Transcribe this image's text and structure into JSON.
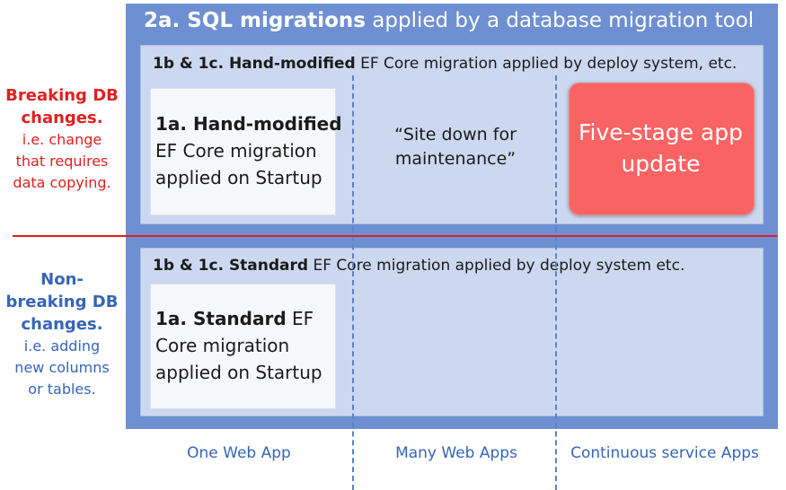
{
  "outer": {
    "title_bold": "2a. SQL migrations",
    "title_rest": " applied by a database migration tool"
  },
  "top_panel": {
    "head_bold": "1b & 1c. Hand-modified",
    "head_rest": " EF Core migration applied by deploy system, etc.",
    "box_bold": "1a. Hand-modified",
    "box_line2": "EF Core migration",
    "box_line3": "applied on Startup",
    "site_down_line1": "“Site down for",
    "site_down_line2": "maintenance”",
    "five_stage_line1": "Five-stage app",
    "five_stage_line2": "update"
  },
  "bottom_panel": {
    "head_bold": "1b & 1c. Standard",
    "head_rest": " EF Core migration applied by deploy system etc.",
    "box_bold": "1a. Standard",
    "box_line1_rest": " EF",
    "box_line2": "Core migration",
    "box_line3": "applied on Startup"
  },
  "side_labels": {
    "breaking": {
      "title_line1": "Breaking DB",
      "title_line2": "changes.",
      "sub_line1": "i.e. change",
      "sub_line2": "that requires",
      "sub_line3": "data copying."
    },
    "non_breaking": {
      "title_line1": "Non-",
      "title_line2": "breaking DB",
      "title_line3": "changes.",
      "sub_line1": "i.e. adding",
      "sub_line2": "new columns",
      "sub_line3": "or tables."
    }
  },
  "columns": [
    "One Web App",
    "Many Web Apps",
    "Continuous service Apps"
  ],
  "colors": {
    "outer_band": "#6e8fd2",
    "panel": "#cbd8ef",
    "breaking_red": "#e02020",
    "non_breaking_blue": "#3565b8",
    "five_stage_fill": "#f96363"
  }
}
